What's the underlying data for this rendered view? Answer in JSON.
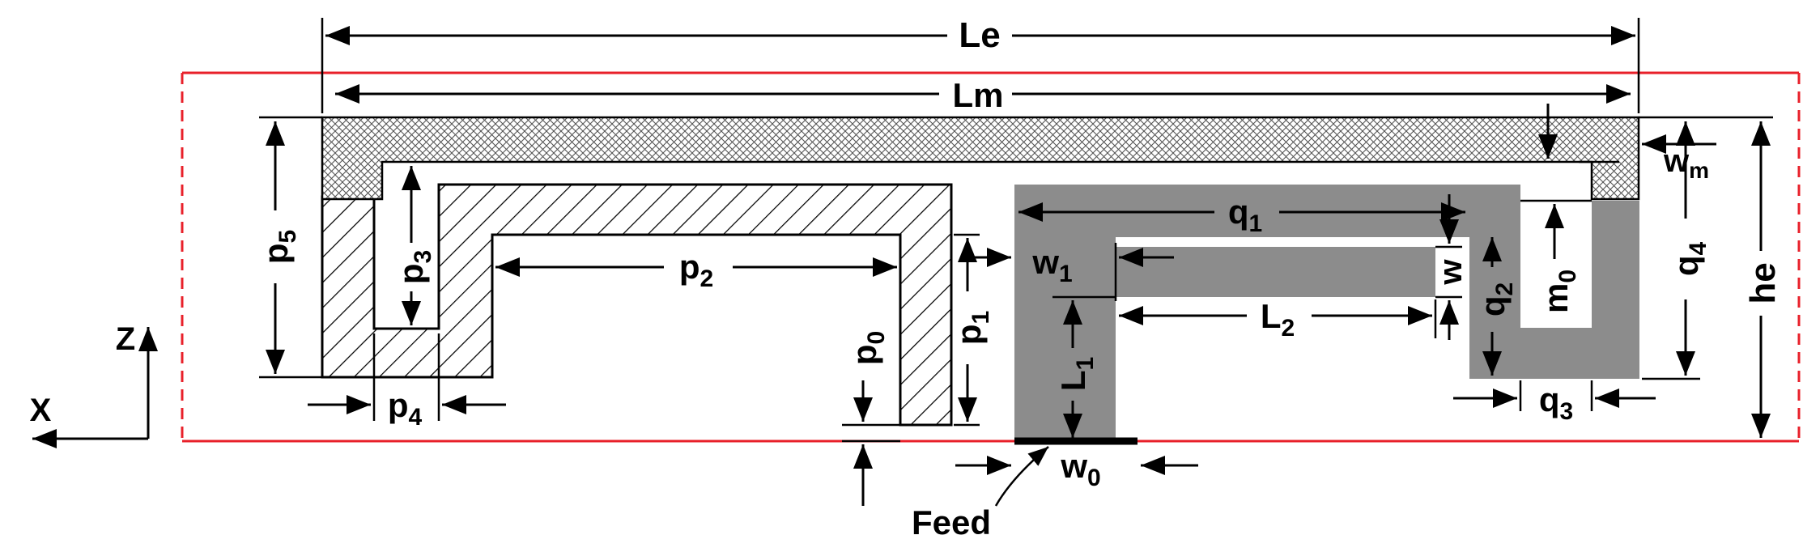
{
  "diagram": {
    "labels": {
      "Le": "Le",
      "Lm": "Lm",
      "wm_base": "w",
      "wm_sub": "m",
      "he": "he",
      "p5_base": "p",
      "p5_sub": "5",
      "p3_base": "p",
      "p3_sub": "3",
      "p2_base": "p",
      "p2_sub": "2",
      "p4_base": "p",
      "p4_sub": "4",
      "p0_base": "p",
      "p0_sub": "0",
      "p1_base": "p",
      "p1_sub": "1",
      "q1_base": "q",
      "q1_sub": "1",
      "q2_base": "q",
      "q2_sub": "2",
      "q3_base": "q",
      "q3_sub": "3",
      "q4_base": "q",
      "q4_sub": "4",
      "m0_base": "m",
      "m0_sub": "0",
      "w1_base": "w",
      "w1_sub": "1",
      "w": "w",
      "L2_base": "L",
      "L2_sub": "2",
      "L1_base": "L",
      "L1_sub": "1",
      "w0_base": "w",
      "w0_sub": "0",
      "feed": "Feed",
      "axis_z": "Z",
      "axis_x": "X"
    },
    "colors": {
      "ground_outline": "#e8202a",
      "patch_fill": "#8c8c8c",
      "line": "#000000"
    }
  }
}
